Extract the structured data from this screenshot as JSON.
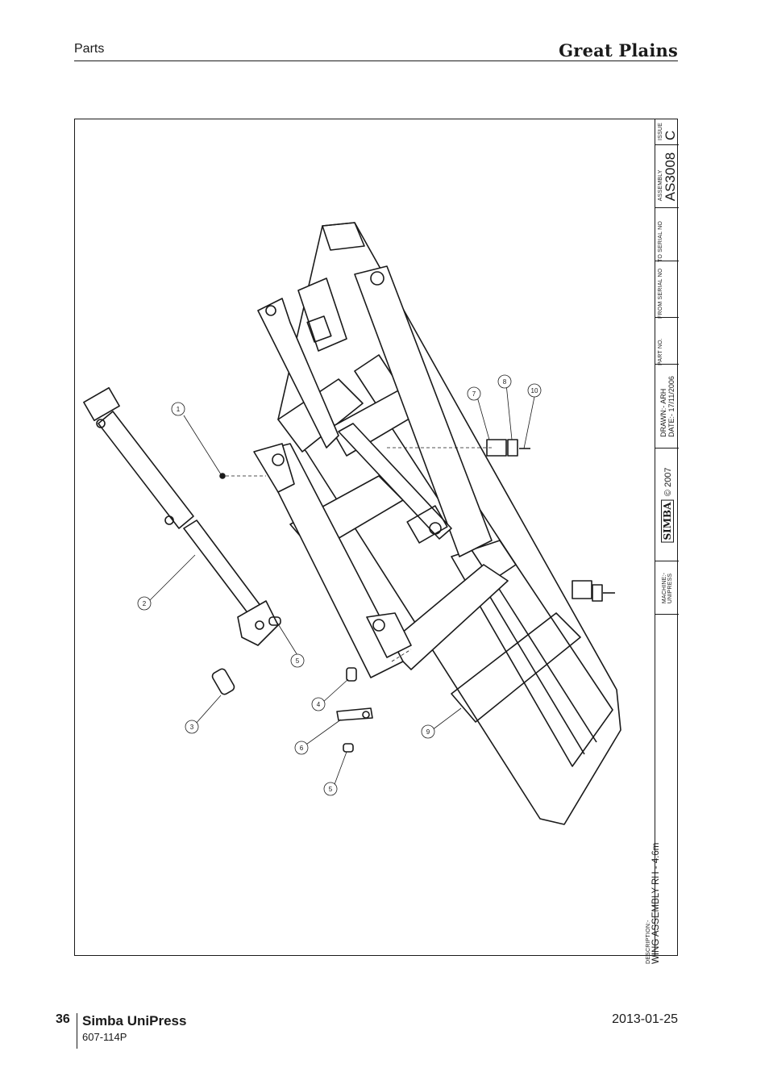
{
  "header": {
    "section": "Parts",
    "brand": "Great Plains"
  },
  "title_block": {
    "issue_label": "ISSUE",
    "issue": "C",
    "assembly_label": "ASSEMBLY",
    "assembly": "AS3008",
    "to_serial_label": "TO SERIAL NO",
    "from_serial_label": "FROM SERIAL NO",
    "part_no_label": "PART NO.",
    "drawn": "DRAWN:- ARH",
    "date": "DATE:- 17/11/2006",
    "logo": "SIMBA",
    "copyright": "© 2007",
    "machine_label": "MACHINE:-",
    "machine": "UNIPRESS",
    "description_label": "DESCRIPTION:-",
    "description": "WING ASSEMBLY RH - 4.6m"
  },
  "balloons": [
    "1",
    "2",
    "3",
    "4",
    "5",
    "5",
    "6",
    "7",
    "8",
    "9",
    "10"
  ],
  "footer": {
    "page_number": "36",
    "title": "Simba UniPress",
    "code": "607-114P",
    "date": "2013-01-25"
  }
}
